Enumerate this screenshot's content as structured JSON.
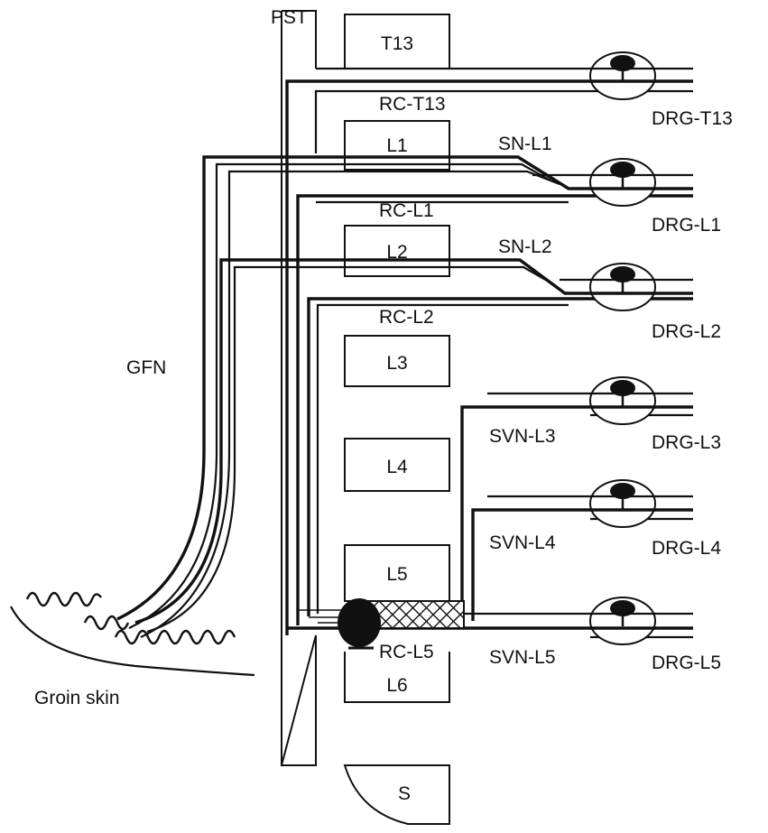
{
  "labels": {
    "pst": "PST",
    "gfn": "GFN",
    "groin_skin": "Groin skin",
    "rc_t13": "RC-T13",
    "rc_l1": "RC-L1",
    "rc_l2": "RC-L2",
    "rc_l5": "RC-L5",
    "sn_l1": "SN-L1",
    "sn_l2": "SN-L2",
    "svn_l3": "SVN-L3",
    "svn_l4": "SVN-L4",
    "svn_l5": "SVN-L5"
  },
  "vertebrae": [
    "T13",
    "L1",
    "L2",
    "L3",
    "L4",
    "L5",
    "L6",
    "S"
  ],
  "ganglia": [
    "DRG-T13",
    "DRG-L1",
    "DRG-L2",
    "DRG-L3",
    "DRG-L4",
    "DRG-L5"
  ]
}
